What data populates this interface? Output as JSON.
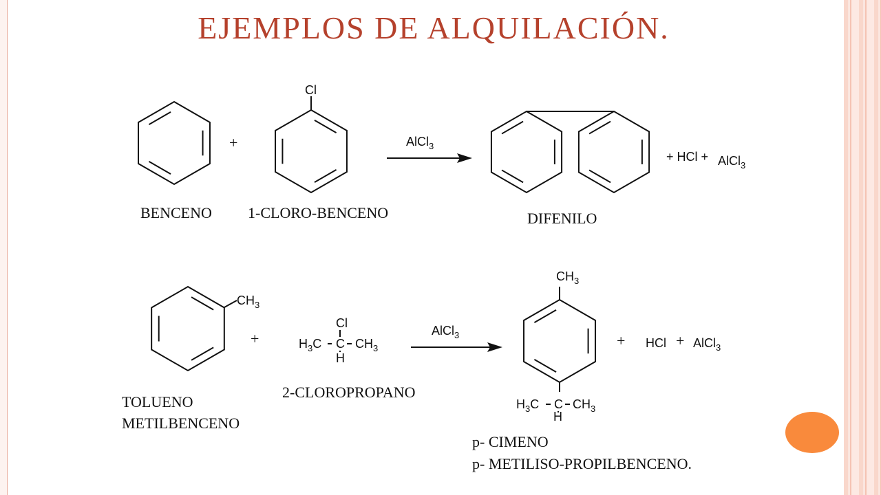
{
  "title": "EJEMPLOS DE ALQUILACIÓN.",
  "reaction1": {
    "reactant1_label": "BENCENO",
    "reactant2_label": "1-CLORO-BENCENO",
    "substituent": "Cl",
    "plus": "+",
    "catalyst": "AlCl",
    "catalyst_sub": "3",
    "product_label": "DIFENILO",
    "byproducts": "+  HCl +",
    "byproduct_catalyst": "AlCl",
    "byproduct_catalyst_sub": "3"
  },
  "reaction2": {
    "reactant1_label_line1": "TOLUENO",
    "reactant1_label_line2": "METILBENCENO",
    "methyl": "CH",
    "methyl_sub": "3",
    "plus": "+",
    "reagent_cl": "Cl",
    "reagent_left": "H",
    "reagent_left_sub": "3",
    "reagent_left_c": "C",
    "reagent_center": "C",
    "reagent_right": "CH",
    "reagent_right_sub": "3",
    "reagent_h": "H",
    "reagent_label": "2-CLOROPROPANO",
    "catalyst": "AlCl",
    "catalyst_sub": "3",
    "product_top": "CH",
    "product_top_sub": "3",
    "product_left": "H",
    "product_left_sub": "3",
    "product_left_c": "C",
    "product_center": "C",
    "product_right": "CH",
    "product_right_sub": "3",
    "product_h": "H",
    "plus2": "+",
    "byproduct_hcl": "HCl",
    "plus3": "+",
    "byproduct_catalyst": "AlCl",
    "byproduct_catalyst_sub": "3",
    "product_label_line1": "p- CIMENO",
    "product_label_line2": "p- METILISO-PROPILBENCENO."
  },
  "colors": {
    "title": "#b5412c",
    "accent_dot": "#f98a3c"
  }
}
